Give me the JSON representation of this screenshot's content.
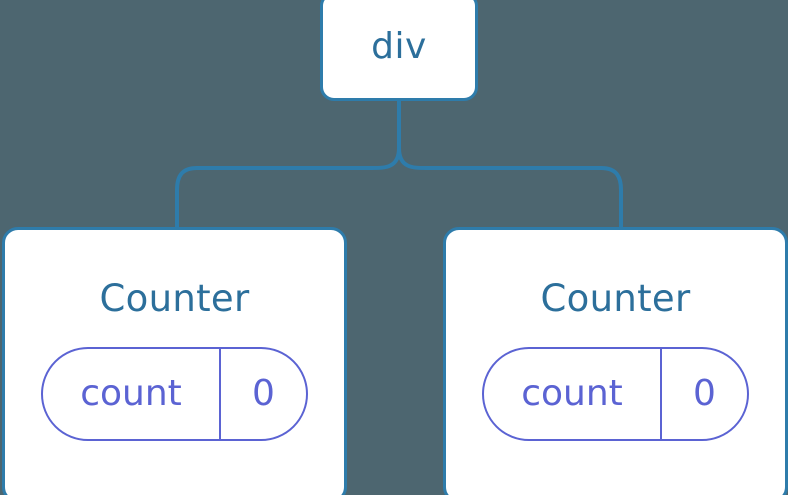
{
  "diagram": {
    "type": "component-tree",
    "background_color": "#4d6670",
    "node_border_color": "#2e7cab",
    "node_text_color": "#2c6f9b",
    "node_fill_color": "#ffffff",
    "state_accent_color": "#5b63d3",
    "edge_color": "#2e7cab",
    "root": {
      "label": "div"
    },
    "children": [
      {
        "title": "Counter",
        "state": {
          "key": "count",
          "value": "0"
        }
      },
      {
        "title": "Counter",
        "state": {
          "key": "count",
          "value": "0"
        }
      }
    ]
  }
}
